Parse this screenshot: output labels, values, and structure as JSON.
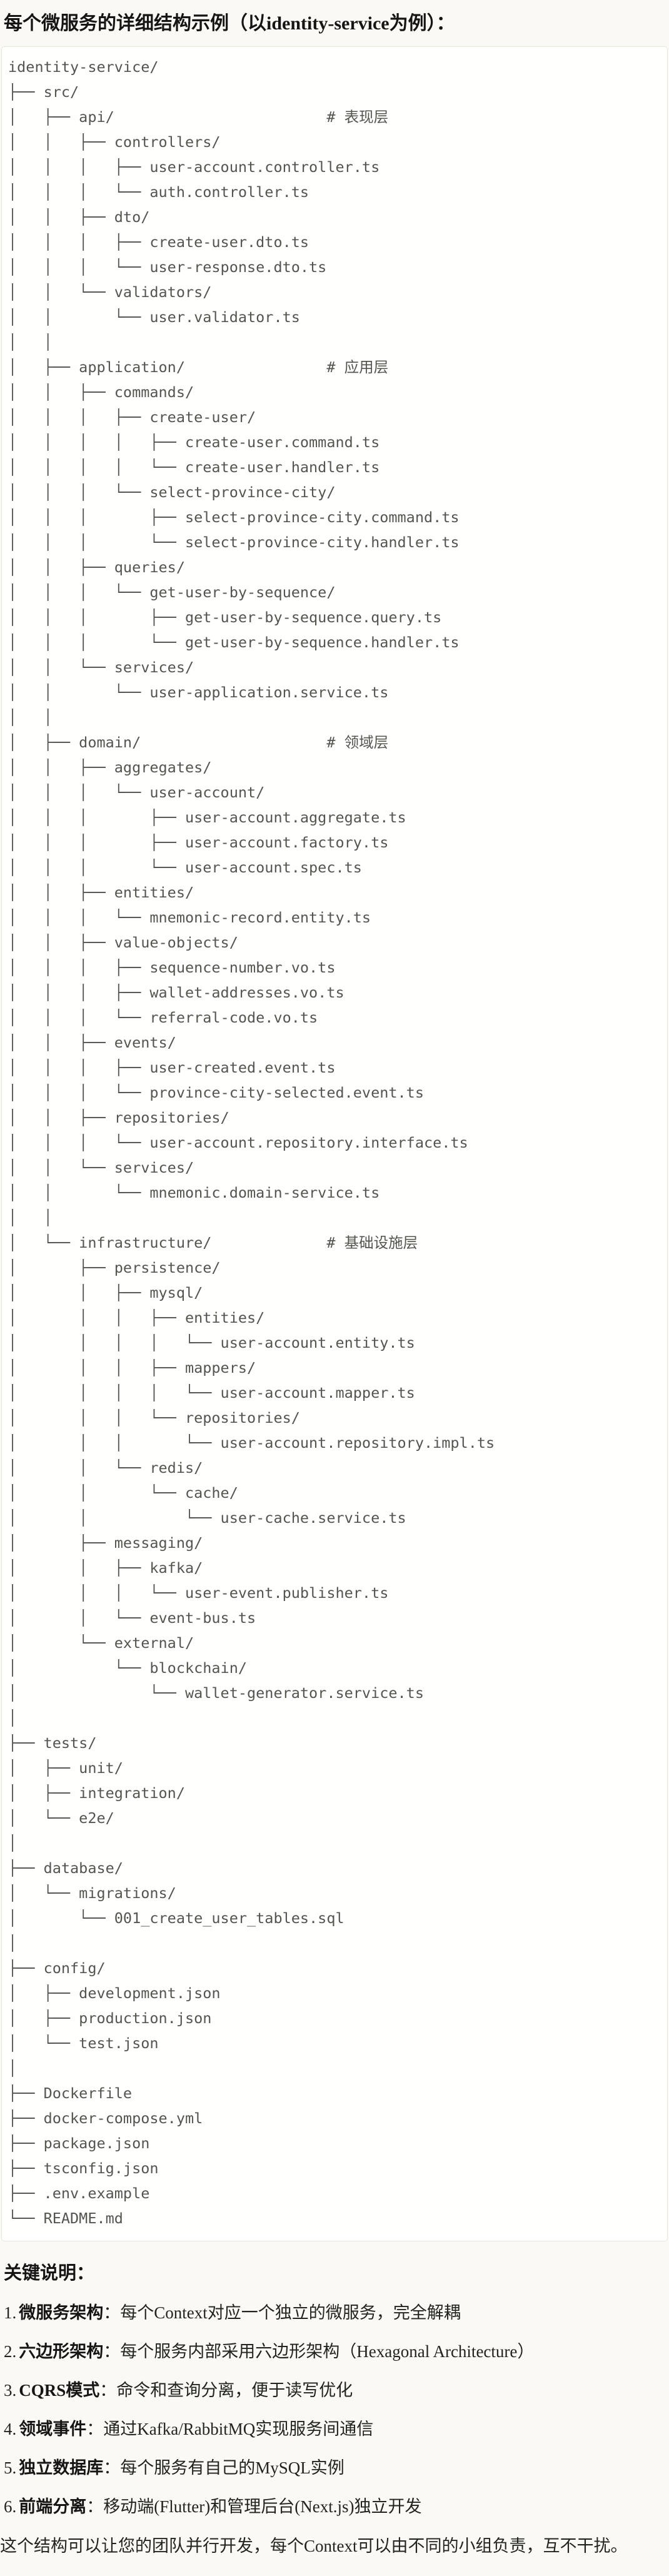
{
  "title": "每个微服务的详细结构示例（以identity-service为例）：",
  "code_block": {
    "language": "plaintext",
    "tree_lines": [
      "identity-service/",
      "├── src/",
      "│   ├── api/                        # 表现层",
      "│   │   ├── controllers/",
      "│   │   │   ├── user-account.controller.ts",
      "│   │   │   └── auth.controller.ts",
      "│   │   ├── dto/",
      "│   │   │   ├── create-user.dto.ts",
      "│   │   │   └── user-response.dto.ts",
      "│   │   └── validators/",
      "│   │       └── user.validator.ts",
      "│   │",
      "│   ├── application/                # 应用层",
      "│   │   ├── commands/",
      "│   │   │   ├── create-user/",
      "│   │   │   │   ├── create-user.command.ts",
      "│   │   │   │   └── create-user.handler.ts",
      "│   │   │   └── select-province-city/",
      "│   │   │       ├── select-province-city.command.ts",
      "│   │   │       └── select-province-city.handler.ts",
      "│   │   ├── queries/",
      "│   │   │   └── get-user-by-sequence/",
      "│   │   │       ├── get-user-by-sequence.query.ts",
      "│   │   │       └── get-user-by-sequence.handler.ts",
      "│   │   └── services/",
      "│   │       └── user-application.service.ts",
      "│   │",
      "│   ├── domain/                     # 领域层",
      "│   │   ├── aggregates/",
      "│   │   │   └── user-account/",
      "│   │   │       ├── user-account.aggregate.ts",
      "│   │   │       ├── user-account.factory.ts",
      "│   │   │       └── user-account.spec.ts",
      "│   │   ├── entities/",
      "│   │   │   └── mnemonic-record.entity.ts",
      "│   │   ├── value-objects/",
      "│   │   │   ├── sequence-number.vo.ts",
      "│   │   │   ├── wallet-addresses.vo.ts",
      "│   │   │   └── referral-code.vo.ts",
      "│   │   ├── events/",
      "│   │   │   ├── user-created.event.ts",
      "│   │   │   └── province-city-selected.event.ts",
      "│   │   ├── repositories/",
      "│   │   │   └── user-account.repository.interface.ts",
      "│   │   └── services/",
      "│   │       └── mnemonic.domain-service.ts",
      "│   │",
      "│   └── infrastructure/             # 基础设施层",
      "│       ├── persistence/",
      "│       │   ├── mysql/",
      "│       │   │   ├── entities/",
      "│       │   │   │   └── user-account.entity.ts",
      "│       │   │   ├── mappers/",
      "│       │   │   │   └── user-account.mapper.ts",
      "│       │   │   └── repositories/",
      "│       │   │       └── user-account.repository.impl.ts",
      "│       │   └── redis/",
      "│       │       └── cache/",
      "│       │           └── user-cache.service.ts",
      "│       ├── messaging/",
      "│       │   ├── kafka/",
      "│       │   │   └── user-event.publisher.ts",
      "│       │   └── event-bus.ts",
      "│       └── external/",
      "│           └── blockchain/",
      "│               └── wallet-generator.service.ts",
      "│",
      "├── tests/",
      "│   ├── unit/",
      "│   ├── integration/",
      "│   └── e2e/",
      "│",
      "├── database/",
      "│   └── migrations/",
      "│       └── 001_create_user_tables.sql",
      "│",
      "├── config/",
      "│   ├── development.json",
      "│   ├── production.json",
      "│   └── test.json",
      "│",
      "├── Dockerfile",
      "├── docker-compose.yml",
      "├── package.json",
      "├── tsconfig.json",
      "├── .env.example",
      "└── README.md"
    ]
  },
  "notes": {
    "heading": "关键说明：",
    "items": [
      {
        "num": "1.",
        "label": "微服务架构",
        "text": "：每个Context对应一个独立的微服务，完全解耦"
      },
      {
        "num": "2.",
        "label": "六边形架构",
        "text": "：每个服务内部采用六边形架构（Hexagonal Architecture）"
      },
      {
        "num": "3.",
        "label": "CQRS模式",
        "text": "：命令和查询分离，便于读写优化"
      },
      {
        "num": "4.",
        "label": "领域事件",
        "text": "：通过Kafka/RabbitMQ实现服务间通信"
      },
      {
        "num": "5.",
        "label": "独立数据库",
        "text": "：每个服务有自己的MySQL实例"
      },
      {
        "num": "6.",
        "label": "前端分离",
        "text": "：移动端(Flutter)和管理后台(Next.js)独立开发"
      }
    ]
  },
  "closing": "这个结构可以让您的团队并行开发，每个Context可以由不同的小组负责，互不干扰。",
  "colors": {
    "page_bg": "#faf9f5",
    "code_bg": "#fffffe",
    "code_border": "#e7e5dc",
    "code_text": "#55544f",
    "heading_text": "#161513",
    "body_text": "#232320"
  }
}
